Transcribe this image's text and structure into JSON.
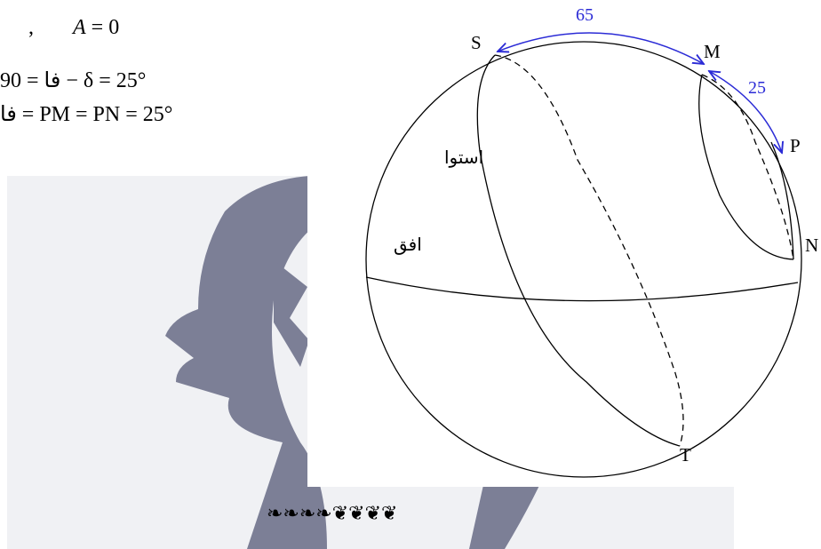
{
  "equations": {
    "line1": {
      "comma": ",",
      "lhs": "A",
      "rhs": "= 0"
    },
    "line2": {
      "label": "فا",
      "text": "= 90 − δ = 25°"
    },
    "line3": {
      "label": "فا",
      "text": "= PM = PN = 25°"
    }
  },
  "diagram": {
    "points": {
      "S": "S",
      "M": "M",
      "P": "P",
      "N": "N",
      "T": "T"
    },
    "arc_labels": {
      "SM": "65",
      "MP": "25"
    },
    "circle_labels": {
      "equator": "استوا",
      "horizon": "افق"
    }
  },
  "ornament": "❧❧❧❧❦❦❦❦",
  "colors": {
    "arc": "#2b2bd6",
    "watermark": "#7c7f96"
  }
}
